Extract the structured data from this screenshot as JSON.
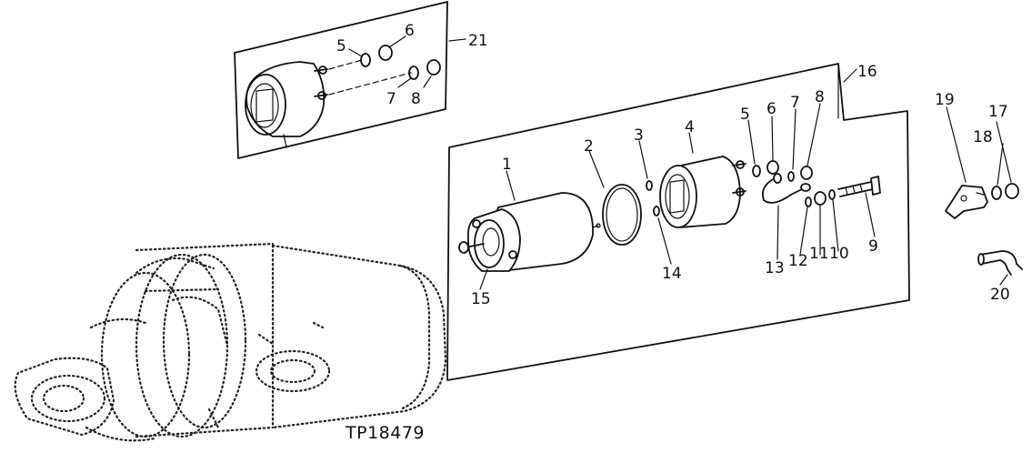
{
  "figure_id": "TP18479",
  "callouts": {
    "c1": "1",
    "c2": "2",
    "c3": "3",
    "c4": "4",
    "c5a": "5",
    "c6a": "6",
    "c7a": "7",
    "c8a": "8",
    "c5b": "5",
    "c6b": "6",
    "c7b": "7",
    "c8b": "8",
    "c9": "9",
    "c10": "10",
    "c11": "11",
    "c12": "12",
    "c13": "13",
    "c14": "14",
    "c15": "15",
    "c16": "16",
    "c17": "17",
    "c18": "18",
    "c19": "19",
    "c20": "20",
    "c21": "21"
  }
}
